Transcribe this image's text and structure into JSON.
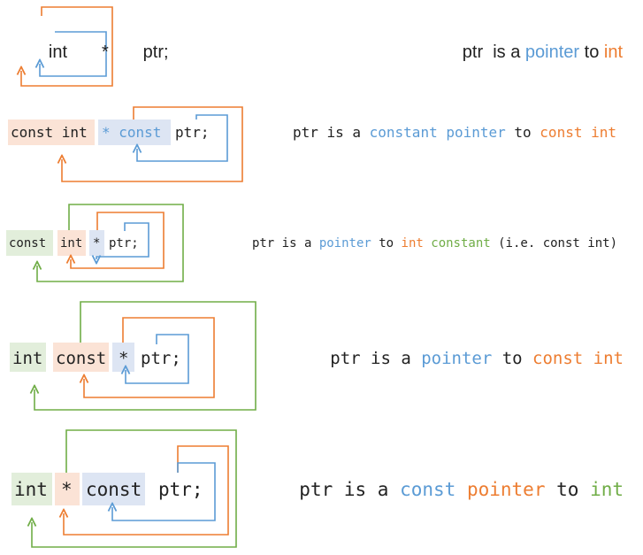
{
  "colors": {
    "blue": "#5b9bd5",
    "orange": "#ed7d31",
    "green": "#70ad47",
    "text": "#222222",
    "bg_orange": "#fbe3d6",
    "bg_blue": "#dde5f3",
    "bg_green": "#e2eedb"
  },
  "rows": [
    {
      "code": {
        "type": "int",
        "star": "*",
        "name": "ptr;"
      },
      "desc": {
        "a": "ptr  is a ",
        "b": "pointer",
        "c": " to ",
        "d": "int"
      }
    },
    {
      "code": {
        "c1": "const int",
        "c2": "* const",
        "name": "ptr;"
      },
      "desc": {
        "a": "ptr is a ",
        "b": "constant pointer",
        "c": " to ",
        "d": "const int"
      }
    },
    {
      "code": {
        "c1": "const",
        "c2": "int",
        "c3": "*",
        "name": "ptr;"
      },
      "desc": {
        "a": "ptr is a ",
        "b": "pointer",
        "c": " to ",
        "d": "int",
        "e": " constant",
        "f": " (i.e. const int)"
      }
    },
    {
      "code": {
        "c1": "int",
        "c2": "const",
        "c3": "*",
        "name": "ptr;"
      },
      "desc": {
        "a": "ptr is a ",
        "b": "pointer",
        "c": " to ",
        "d": "const int"
      }
    },
    {
      "code": {
        "c1": "int",
        "c2": "*",
        "c3": "const",
        "name": "ptr;"
      },
      "desc": {
        "a": "ptr is a ",
        "b": "const",
        "c": " ",
        "d": "pointer",
        "e": " to ",
        "f": "int"
      }
    }
  ]
}
